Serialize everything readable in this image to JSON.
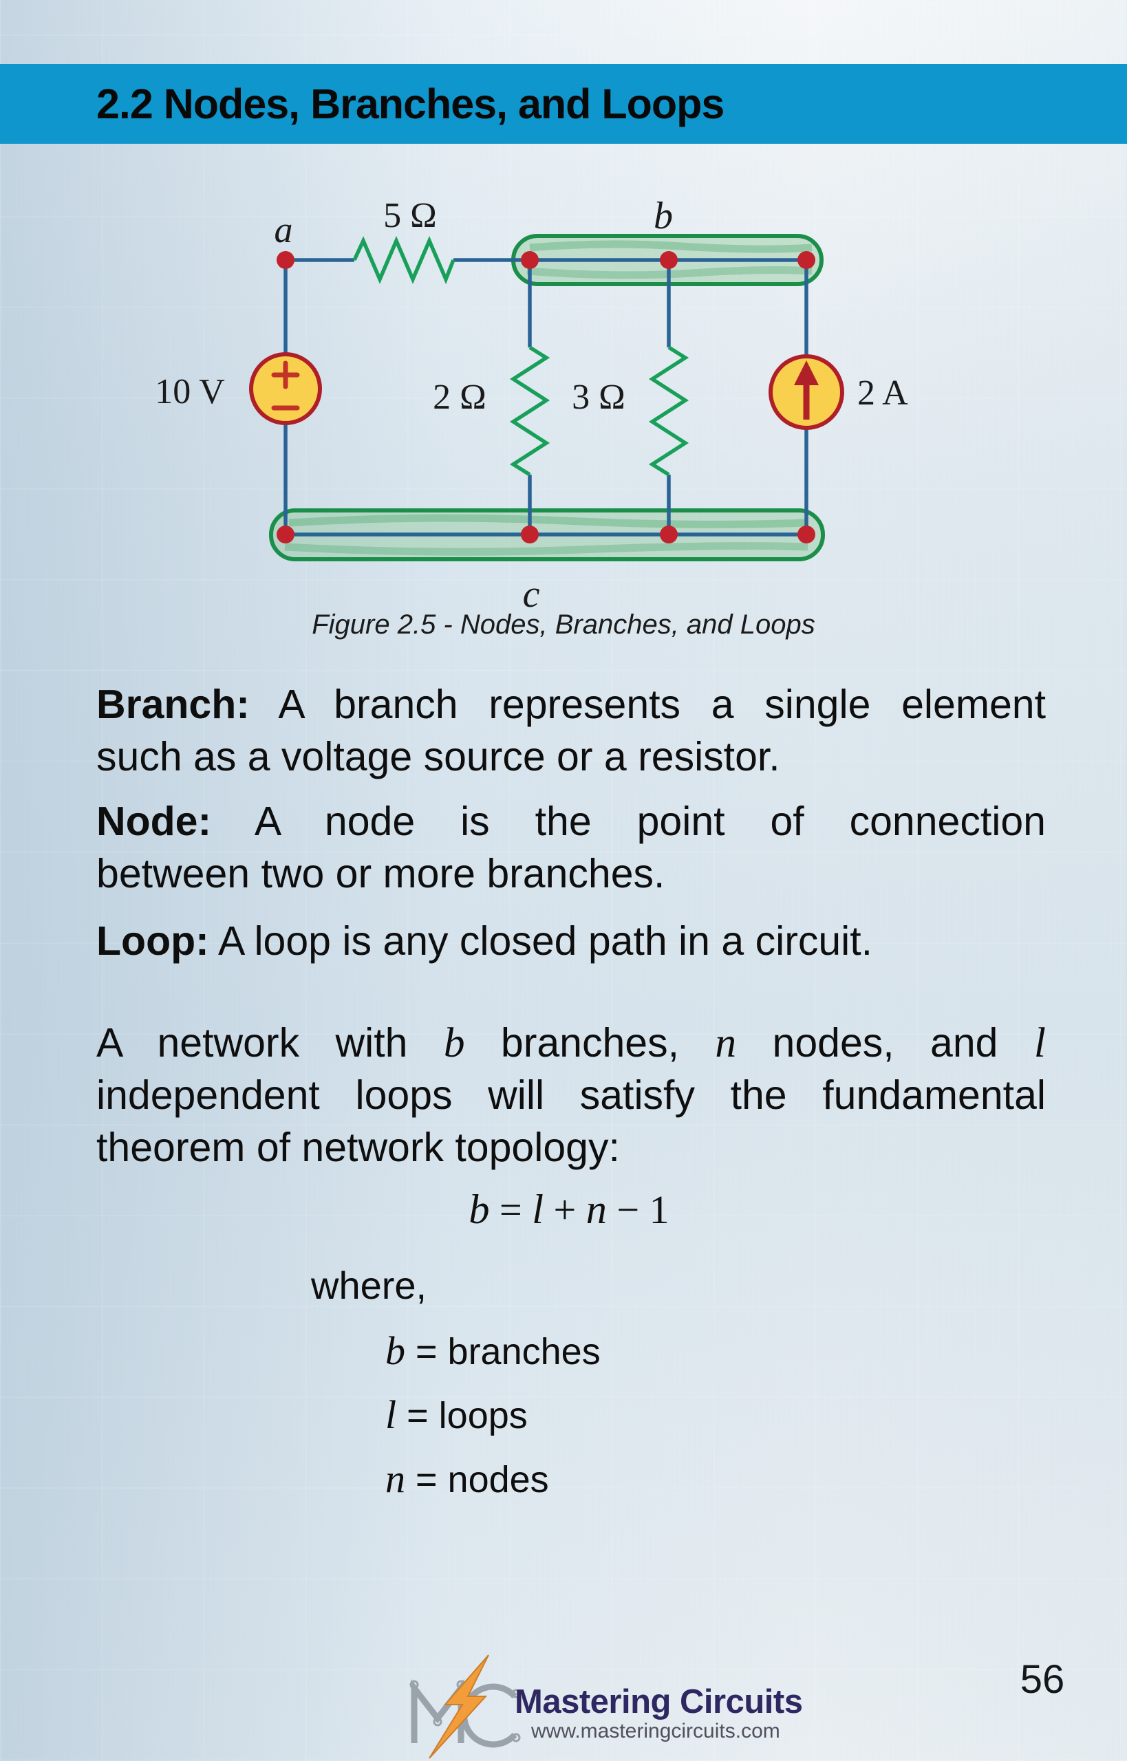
{
  "header": {
    "title": "2.2 Nodes, Branches, and Loops"
  },
  "circuit": {
    "node_a": "a",
    "node_b": "b",
    "node_c": "c",
    "resistor_top": "5 Ω",
    "resistor_left": "2 Ω",
    "resistor_right": "3 Ω",
    "voltage_source": "10 V",
    "current_source": "2 A",
    "caption": "Figure 2.5 - Nodes, Branches, and Loops",
    "colors": {
      "wire": "#2a6496",
      "resistor": "#18a05a",
      "highlight_stroke": "#1b8e4a",
      "dot": "#c2222b",
      "source_fill": "#f9cf4e",
      "source_border": "#ae1f29",
      "banner": "#0f96cc"
    }
  },
  "definitions": {
    "branch_term": "Branch:",
    "branch_line1": "A branch represents a single element",
    "branch_line2": "such as a voltage source or a resistor.",
    "node_term": "Node:",
    "node_line1": "A node is the point of connection",
    "node_line2": "between two or more branches.",
    "loop_term": "Loop:",
    "loop_line1": "A loop is any closed path in a circuit."
  },
  "theorem": {
    "l1_t1": "A network with",
    "l1_v1": "b",
    "l1_t2": "branches,",
    "l1_v2": "n",
    "l1_t3": "nodes, and",
    "l1_v3": "l",
    "l2": "independent loops will satisfy the fundamental",
    "l3": "theorem of network topology:",
    "formula": {
      "v1": "b",
      "op1": " = ",
      "v2": "l",
      "op2": " + ",
      "v3": "n",
      "op3": " − ",
      "const": "1"
    },
    "where_label": "where,",
    "where_items": [
      {
        "sym": "b",
        "eq": " = ",
        "word": "branches"
      },
      {
        "sym": "l",
        "eq": " = ",
        "word": "loops"
      },
      {
        "sym": "n",
        "eq": " = ",
        "word": "nodes"
      }
    ]
  },
  "footer": {
    "brand": "Mastering Circuits",
    "url": "www.masteringcircuits.com",
    "page_number": "56"
  }
}
